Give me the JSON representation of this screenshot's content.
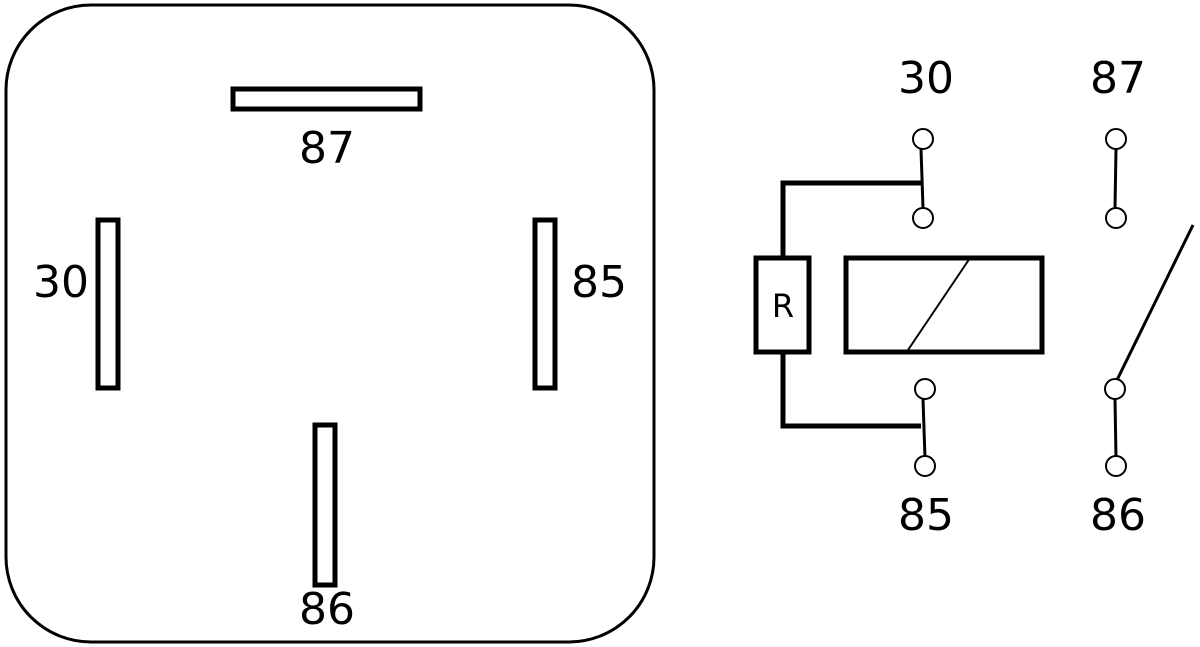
{
  "relay_body": {
    "pins": [
      {
        "id": "87",
        "label": "87"
      },
      {
        "id": "30",
        "label": "30"
      },
      {
        "id": "85",
        "label": "85"
      },
      {
        "id": "86",
        "label": "86"
      }
    ]
  },
  "schematic": {
    "terminals": {
      "t30": "30",
      "t87": "87",
      "t85": "85",
      "t86": "86"
    },
    "resistor_label": "R"
  },
  "colors": {
    "line": "#000000",
    "background": "#ffffff"
  }
}
